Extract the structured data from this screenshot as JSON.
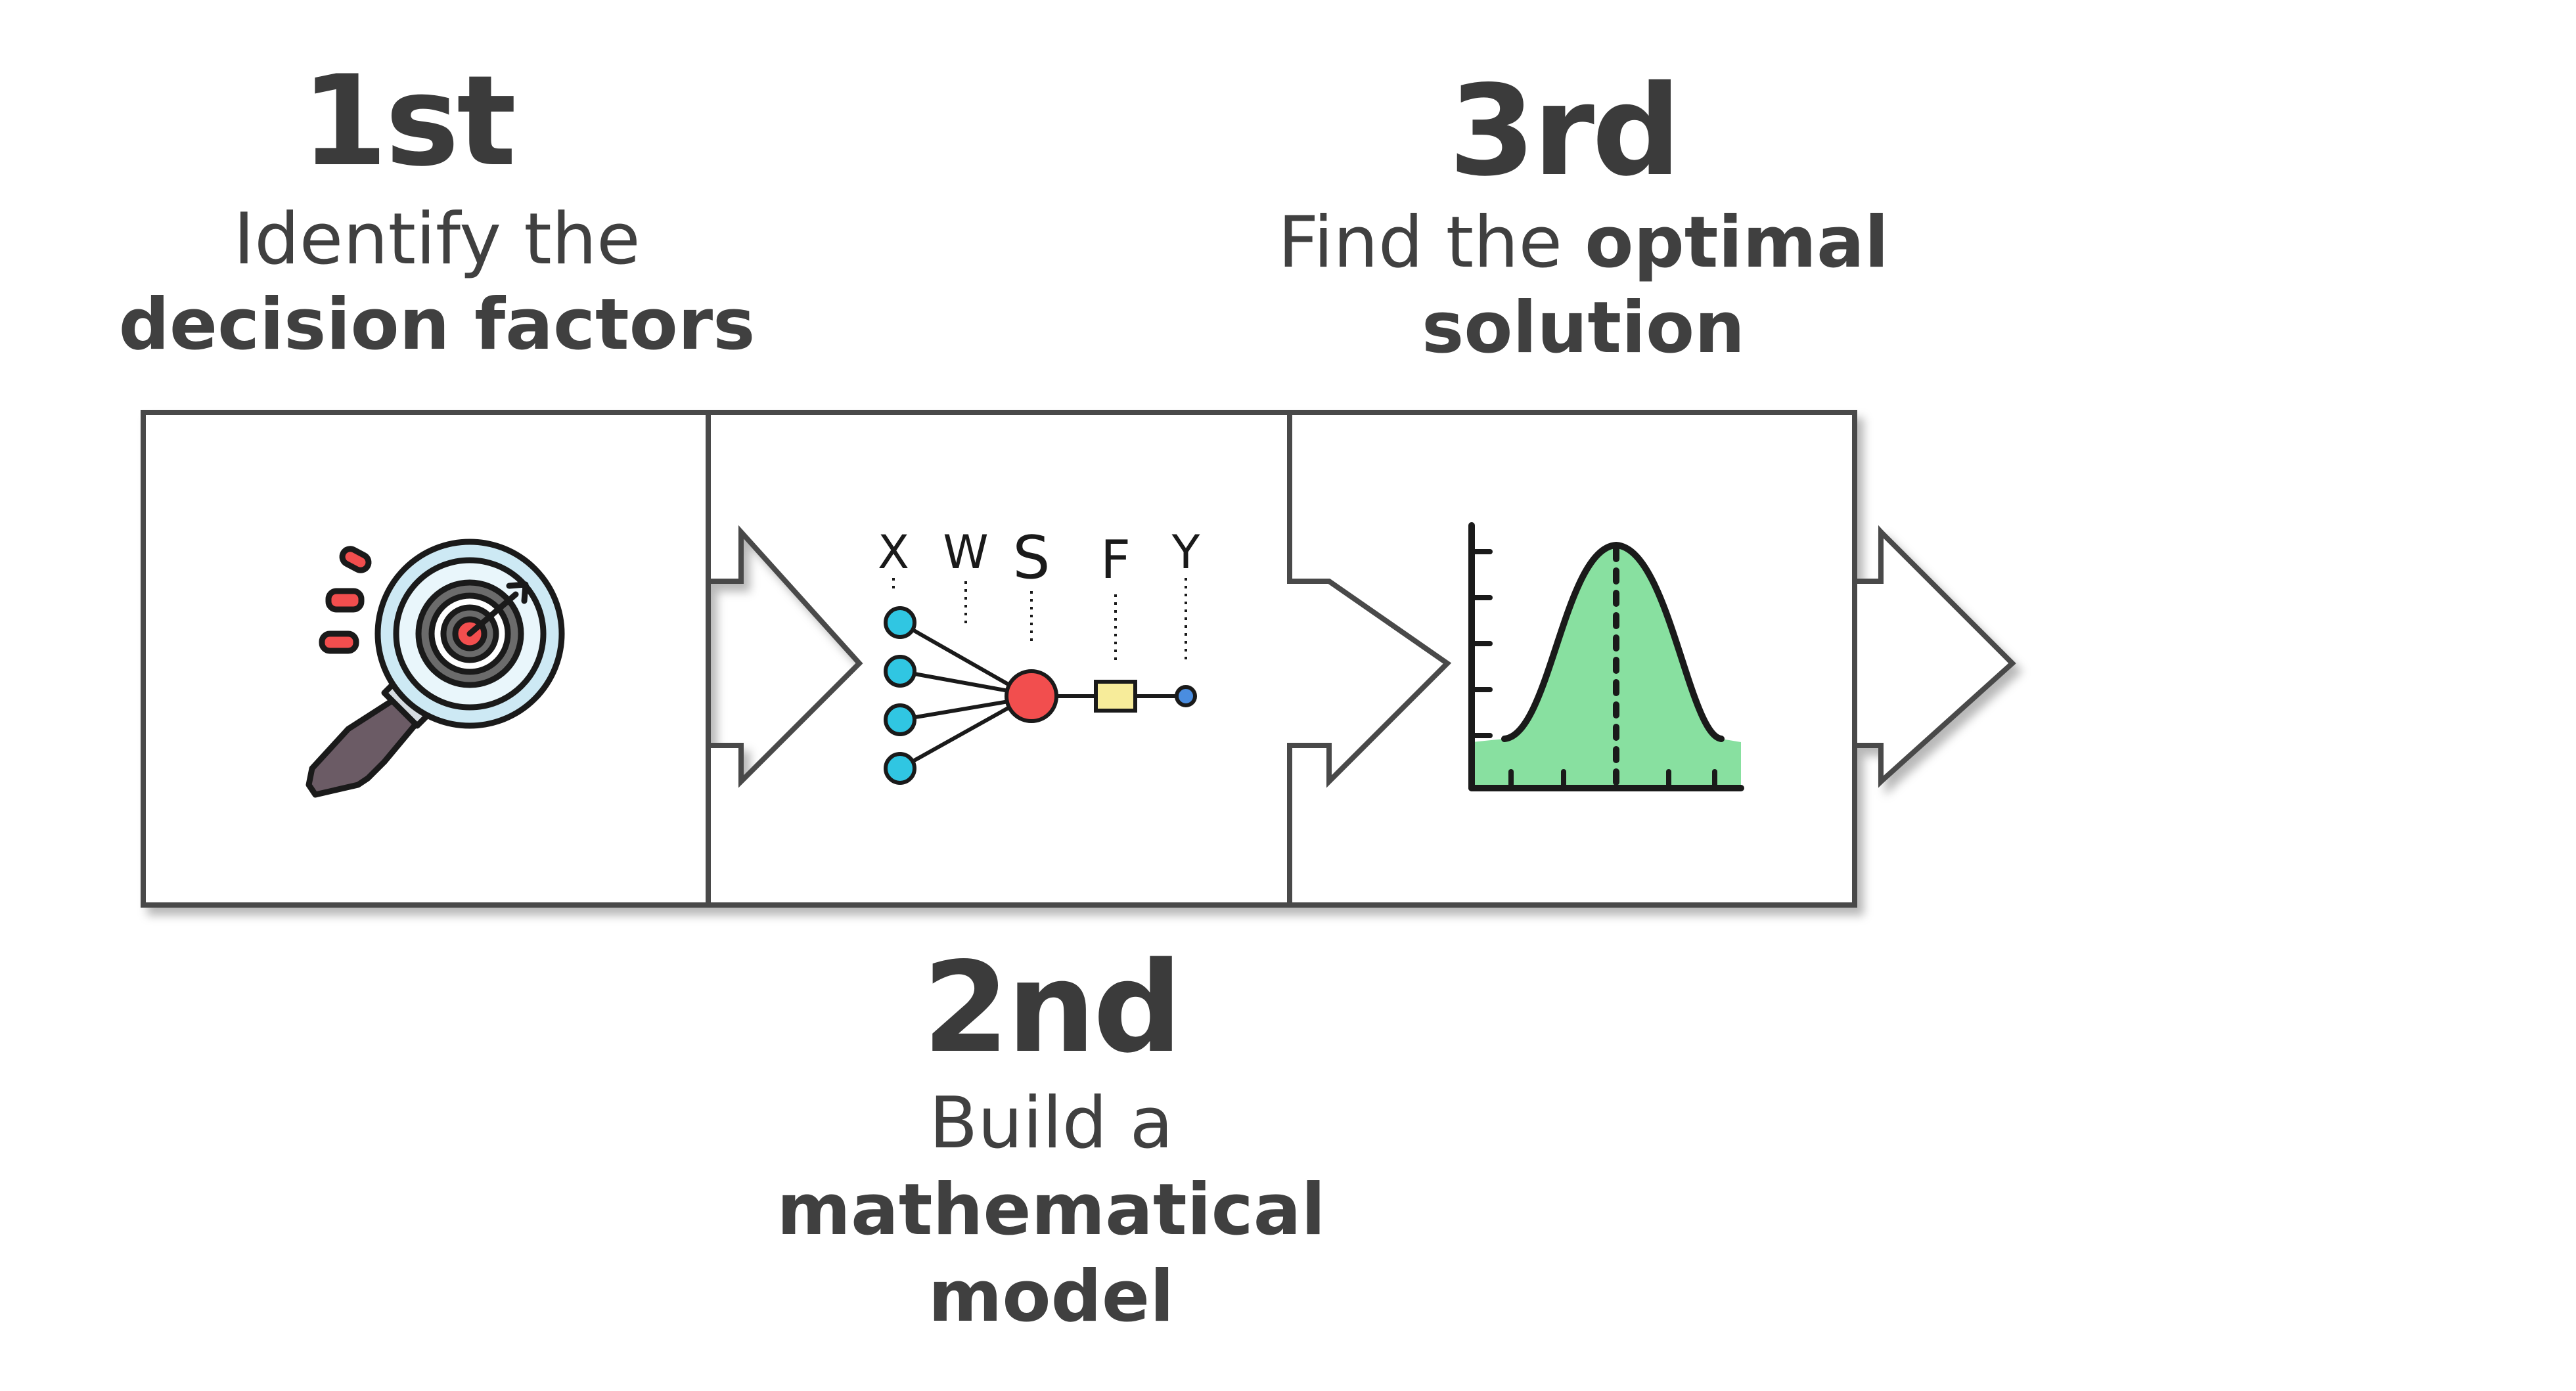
{
  "colors": {
    "stroke": "#4a4a4a",
    "text": "#404040",
    "accent_red": "#f24e4e",
    "accent_cyan": "#30c6e2",
    "accent_green": "#88e0a0",
    "accent_yellow": "#f7ec9a"
  },
  "steps": [
    {
      "number": "1st",
      "line1_regular": "Identify the",
      "line2_bold": "decision factors",
      "icon": "magnifier-target-icon"
    },
    {
      "number": "2nd",
      "line1_regular": "Build a",
      "line2_bold": "mathematical",
      "line3_bold": "model",
      "icon": "neural-network-icon"
    },
    {
      "number": "3rd",
      "line1_regular": "Find the ",
      "line1_bold": "optimal",
      "line2_bold": "solution",
      "icon": "bell-curve-icon"
    }
  ],
  "network_labels": [
    "X",
    "W",
    "S",
    "F",
    "Y"
  ]
}
